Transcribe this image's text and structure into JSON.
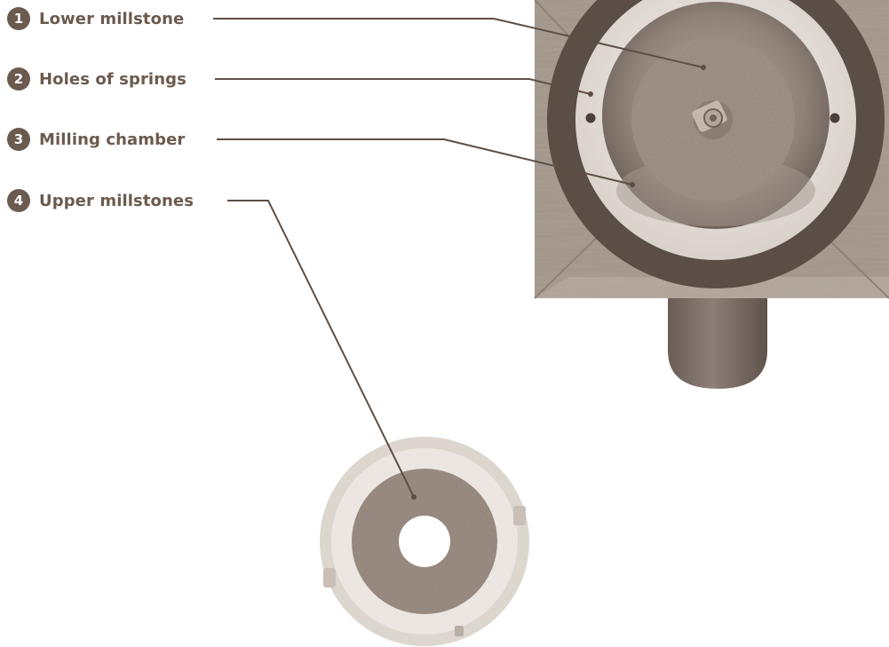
{
  "callouts": [
    {
      "number": "1",
      "label": "Lower millstone"
    },
    {
      "number": "2",
      "label": "Holes of springs"
    },
    {
      "number": "3",
      "label": "Milling chamber"
    },
    {
      "number": "4",
      "label": "Upper millstones"
    }
  ],
  "colors": {
    "accent": "#6b5a4e",
    "leader_line": "#5e4f45",
    "photo_tint": "#c9bcae"
  }
}
